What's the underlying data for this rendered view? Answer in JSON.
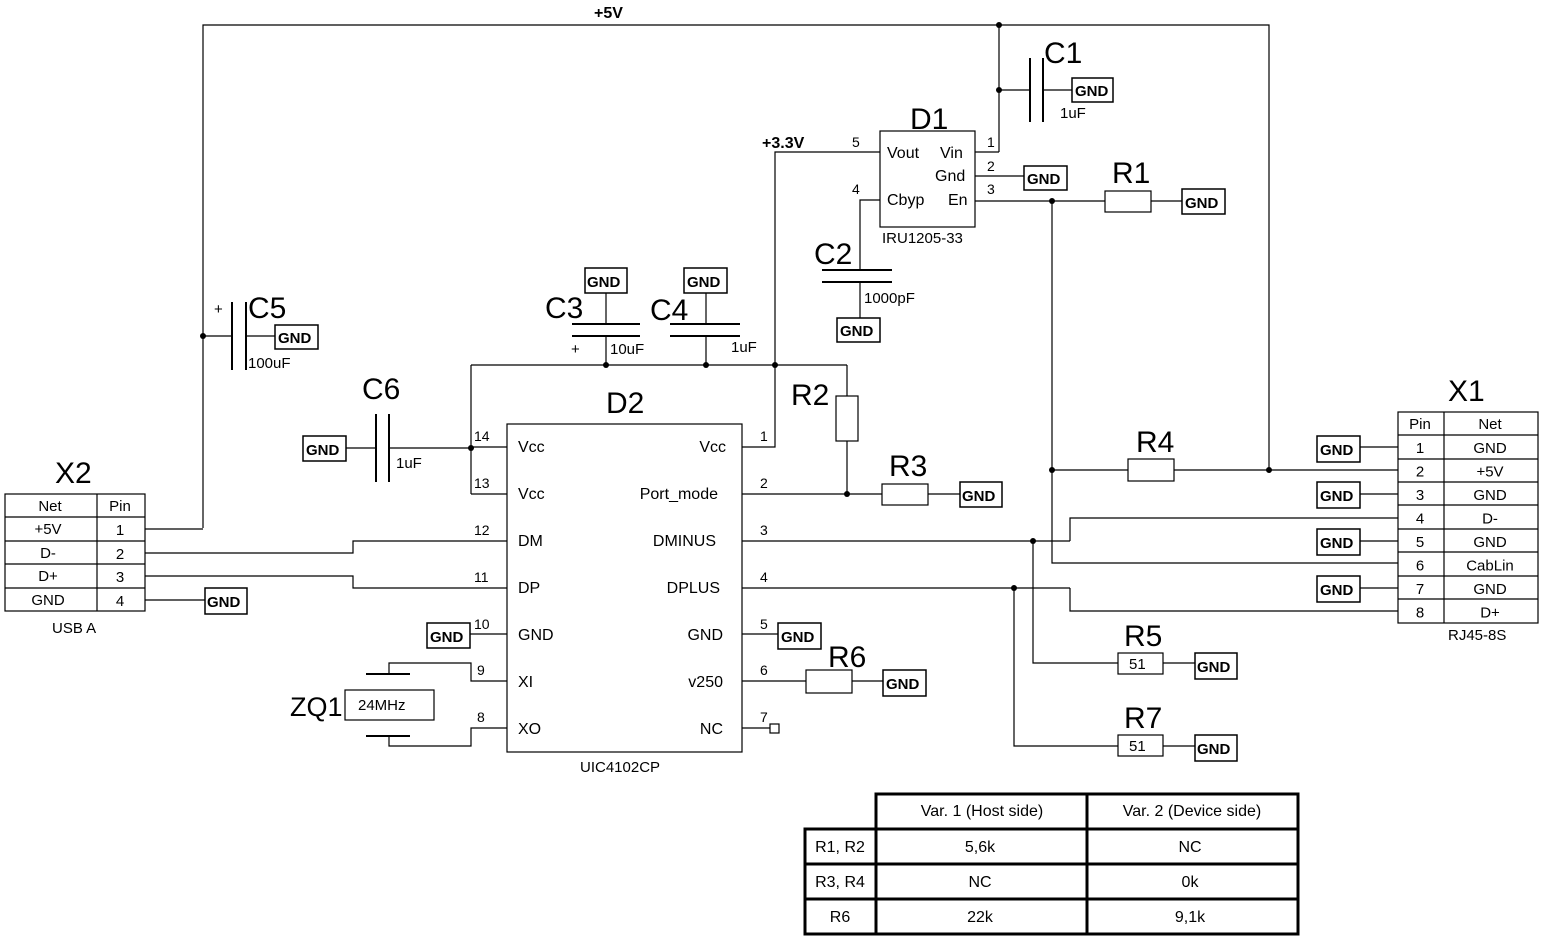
{
  "nets": {
    "vcc5": "+5V",
    "vcc33": "+3.3V"
  },
  "gnd_label": "GND",
  "d1": {
    "ref": "D1",
    "part": "IRU1205-33",
    "pins": [
      {
        "num": "5",
        "name": "Vout"
      },
      {
        "num": "4",
        "name": "Cbyp"
      },
      {
        "num": "1",
        "name": "Vin"
      },
      {
        "num": "2",
        "name": "Gnd"
      },
      {
        "num": "3",
        "name": "En"
      }
    ]
  },
  "d2": {
    "ref": "D2",
    "part": "UIC4102CP",
    "pins_left": [
      {
        "num": "14",
        "name": "Vcc"
      },
      {
        "num": "13",
        "name": "Vcc"
      },
      {
        "num": "12",
        "name": "DM"
      },
      {
        "num": "11",
        "name": "DP"
      },
      {
        "num": "10",
        "name": "GND"
      },
      {
        "num": "9",
        "name": "XI"
      },
      {
        "num": "8",
        "name": "XO"
      }
    ],
    "pins_right": [
      {
        "num": "1",
        "name": "Vcc"
      },
      {
        "num": "2",
        "name": "Port_mode"
      },
      {
        "num": "3",
        "name": "DMINUS"
      },
      {
        "num": "4",
        "name": "DPLUS"
      },
      {
        "num": "5",
        "name": "GND"
      },
      {
        "num": "6",
        "name": "v250"
      },
      {
        "num": "7",
        "name": "NC"
      }
    ]
  },
  "caps": [
    {
      "ref": "C1",
      "value": "1uF"
    },
    {
      "ref": "C2",
      "value": "1000pF"
    },
    {
      "ref": "C3",
      "value": "10uF"
    },
    {
      "ref": "C4",
      "value": "1uF"
    },
    {
      "ref": "C5",
      "value": "100uF"
    },
    {
      "ref": "C6",
      "value": "1uF"
    }
  ],
  "polarity_mark": "+",
  "resistors": [
    {
      "ref": "R1",
      "value": ""
    },
    {
      "ref": "R2",
      "value": ""
    },
    {
      "ref": "R3",
      "value": ""
    },
    {
      "ref": "R4",
      "value": ""
    },
    {
      "ref": "R5",
      "value": "51"
    },
    {
      "ref": "R6",
      "value": ""
    },
    {
      "ref": "R7",
      "value": "51"
    }
  ],
  "crystal": {
    "ref": "ZQ1",
    "value": "24MHz"
  },
  "x2": {
    "ref": "X2",
    "part": "USB A",
    "headers": [
      "Net",
      "Pin"
    ],
    "rows": [
      {
        "net": "+5V",
        "pin": "1"
      },
      {
        "net": "D-",
        "pin": "2"
      },
      {
        "net": "D+",
        "pin": "3"
      },
      {
        "net": "GND",
        "pin": "4"
      }
    ]
  },
  "x1": {
    "ref": "X1",
    "part": "RJ45-8S",
    "headers": [
      "Pin",
      "Net"
    ],
    "rows": [
      {
        "pin": "1",
        "net": "GND"
      },
      {
        "pin": "2",
        "net": "+5V"
      },
      {
        "pin": "3",
        "net": "GND"
      },
      {
        "pin": "4",
        "net": "D-"
      },
      {
        "pin": "5",
        "net": "GND"
      },
      {
        "pin": "6",
        "net": "CabLin"
      },
      {
        "pin": "7",
        "net": "GND"
      },
      {
        "pin": "8",
        "net": "D+"
      }
    ]
  },
  "variants": {
    "headers": [
      "",
      "Var. 1 (Host side)",
      "Var. 2 (Device side)"
    ],
    "rows": [
      [
        "R1, R2",
        "5,6k",
        "NC"
      ],
      [
        "R3, R4",
        "NC",
        "0k"
      ],
      [
        "R6",
        "22k",
        "9,1k"
      ]
    ]
  }
}
